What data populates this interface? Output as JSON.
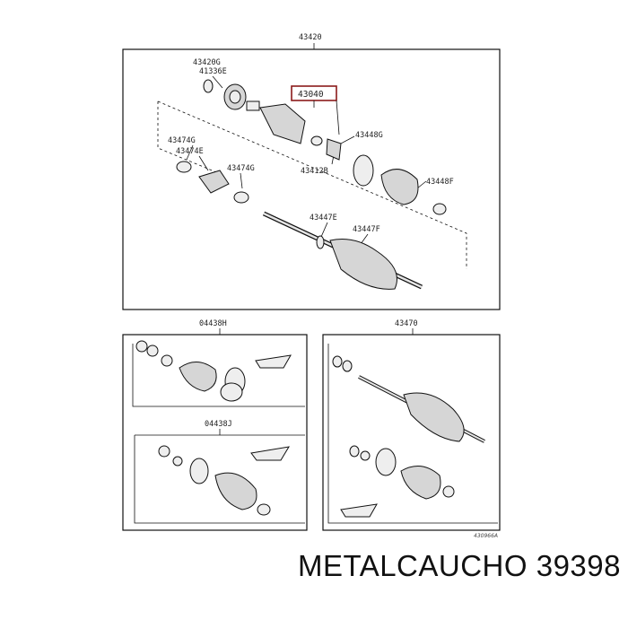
{
  "labels": {
    "assembly_top": "43420",
    "p43420g": "43420G",
    "p41336e": "41336E",
    "p43040": "43040",
    "p43474g_a": "43474G",
    "p43474e": "43474E",
    "p43474g_b": "43474G",
    "p43448g": "43448G",
    "p43412b": "43412B",
    "p43448f": "43448F",
    "p43447e": "43447E",
    "p43447f": "43447F",
    "kit_04438h": "04438H",
    "kit_04438j": "04438J",
    "assembly_43470": "43470",
    "figure_code": "430966A"
  },
  "caption": "METALCAUCHO 39398",
  "colors": {
    "highlight_box": "#8b1a1a",
    "line": "#111111",
    "part_fill": "#d6d6d6"
  }
}
